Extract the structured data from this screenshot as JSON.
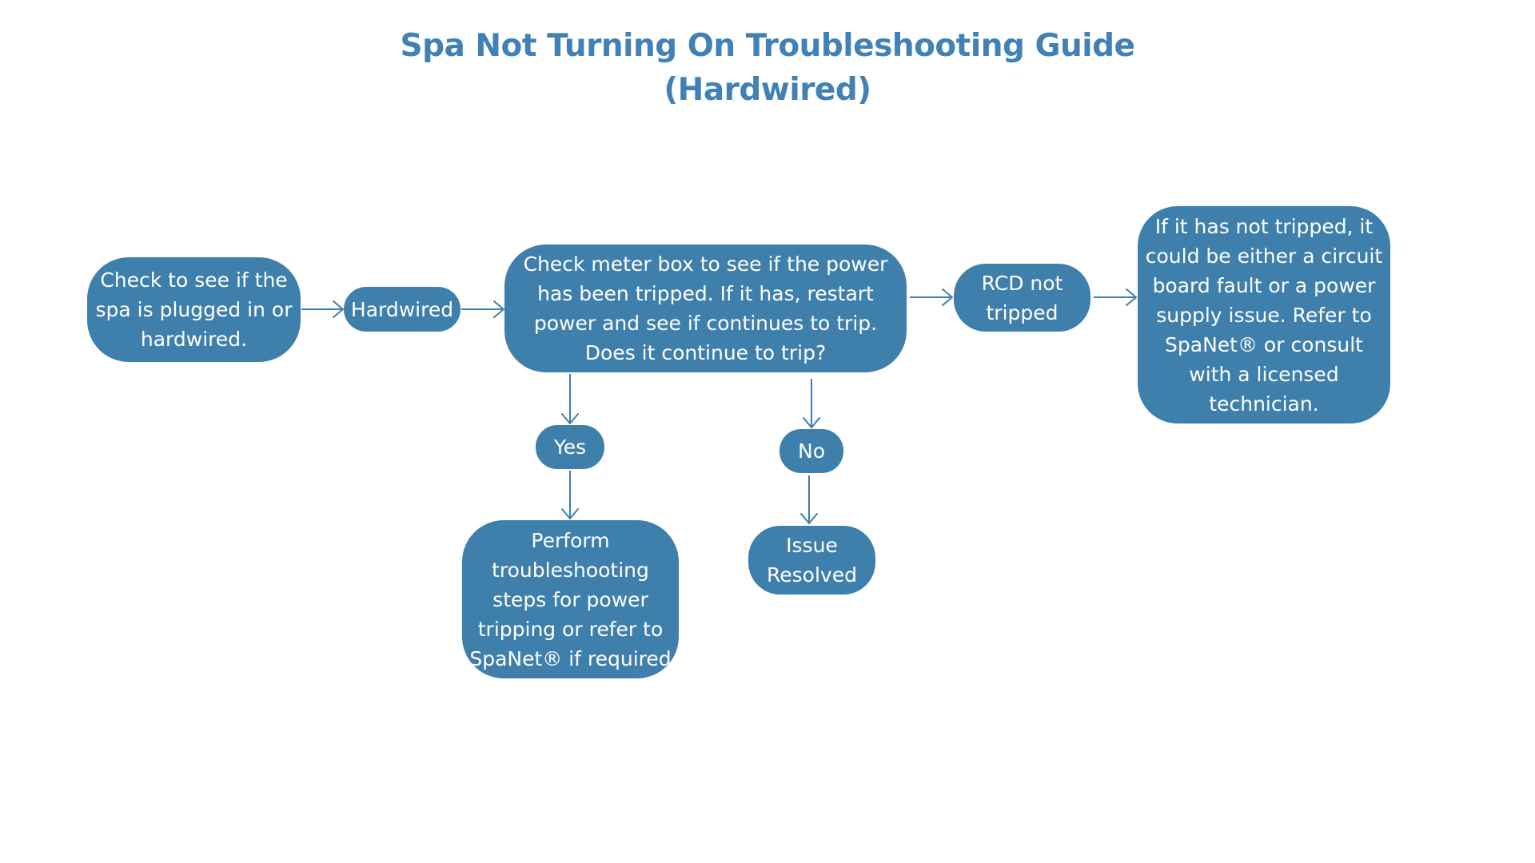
{
  "title": {
    "line1": "Spa Not  Turning On Troubleshooting Guide",
    "line2": "(Hardwired)"
  },
  "colors": {
    "title": "#4181b6",
    "node_fill": "#3f7fab",
    "node_text": "#ffffff",
    "connector": "#3f7fab",
    "background": "#ffffff"
  },
  "nodes": {
    "start": "Check to see if the\nspa is plugged in or\nhardwired.",
    "hardwired": "Hardwired",
    "meter": "Check meter box to see if the power\nhas been tripped. If it has, restart\npower and see if continues to trip.\nDoes it continue to trip?",
    "rcd": "RCD not\ntripped",
    "fault": "If it has not tripped, it\ncould be either a circuit\nboard fault or a power\nsupply issue. Refer to\nSpaNet® or  consult\nwith a licensed\ntechnician.",
    "yes": "Yes",
    "no": "No",
    "perform": "Perform\ntroubleshooting\nsteps for power\ntripping or refer to\nSpaNet® if required",
    "resolved": "Issue\nResolved"
  }
}
